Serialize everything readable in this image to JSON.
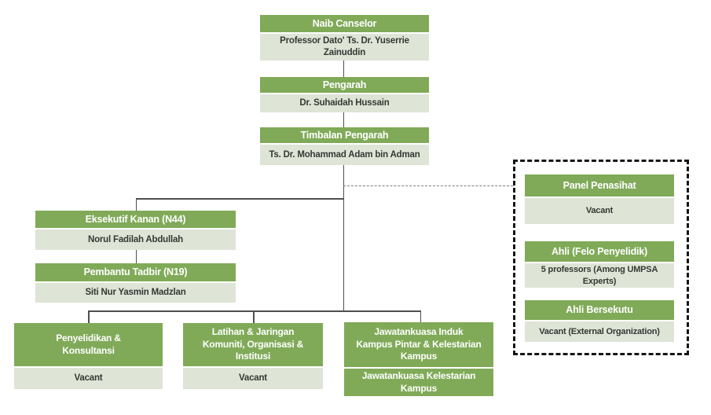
{
  "palette": {
    "green": "#80AA58",
    "light": "#DEE4D6",
    "header_text": "#FFFFFF",
    "body_text": "#343934",
    "connector": "#4F4F4F",
    "dashed_border": "#151515"
  },
  "chain": [
    {
      "title": "Naib Canselor",
      "name": "Professor Dato' Ts. Dr. Yuserrie\nZainuddin"
    },
    {
      "title": "Pengarah",
      "name": "Dr. Suhaidah Hussain"
    },
    {
      "title": "Timbalan Pengarah",
      "name": "Ts. Dr. Mohammad Adam bin Adman"
    }
  ],
  "support_staff": [
    {
      "title": "Eksekutif Kanan (N44)",
      "name": "Norul Fadilah Abdullah"
    },
    {
      "title": "Pembantu Tadbir (N19)",
      "name": "Siti Nur Yasmin Madzlan"
    }
  ],
  "units": [
    {
      "title": "Penyelidikan &\nKonsultansi",
      "name": "Vacant"
    },
    {
      "title": "Latihan & Jaringan\nKomuniti, Organisasi &\nInstitusi",
      "name": "Vacant"
    },
    {
      "title": "Jawatankuasa Induk\nKampus Pintar & Kelestarian\nKampus",
      "subcommittee": "Jawatankuasa Kelestarian\nKampus"
    }
  ],
  "advisory": [
    {
      "title": "Panel Penasihat",
      "name": "Vacant"
    },
    {
      "title": "Ahli (Felo Penyelidik)",
      "name": "5 professors (Among UMPSA\nExperts)"
    },
    {
      "title": "Ahli Bersekutu",
      "name": "Vacant (External Organization)"
    }
  ]
}
